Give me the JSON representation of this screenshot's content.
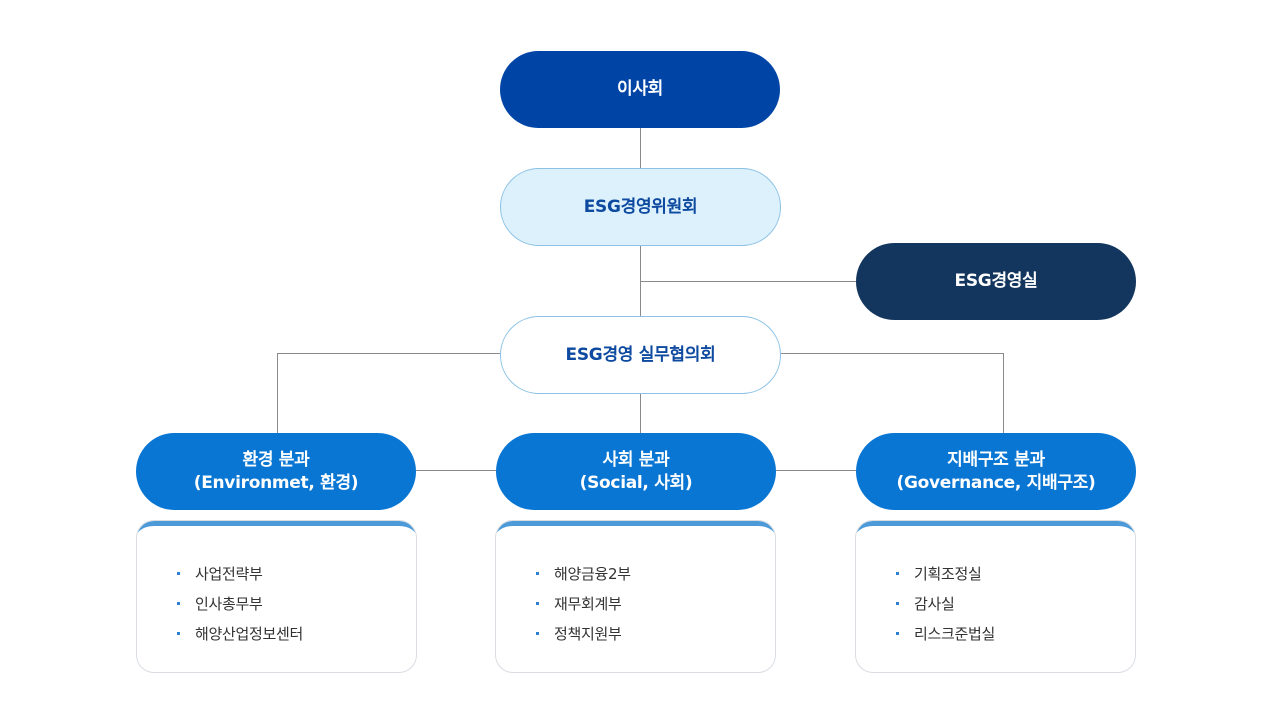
{
  "board": {
    "label": "이사회"
  },
  "committee": {
    "label": "ESG경영위원회"
  },
  "office": {
    "label": "ESG경영실"
  },
  "council": {
    "label": "ESG경영 실무협의회"
  },
  "divisions": [
    {
      "line1": "환경 분과",
      "line2": "(Environmet, 환경)"
    },
    {
      "line1": "사회 분과",
      "line2": "(Social, 사회)"
    },
    {
      "line1": "지배구조 분과",
      "line2": "(Governance, 지배구조)"
    }
  ],
  "departments": [
    [
      "사업전략부",
      "인사총무부",
      "해양산업정보센터"
    ],
    [
      "해양금융2부",
      "재무회계부",
      "정책지원부"
    ],
    [
      "기획조정실",
      "감사실",
      "리스크준법실"
    ]
  ],
  "colors": {
    "board": "#0045a6",
    "committee_fill": "#dcf1fc",
    "office": "#13365e",
    "division": "#0a76d3",
    "connector": "#8a8a8a",
    "box_top": "#4d9ad9"
  }
}
